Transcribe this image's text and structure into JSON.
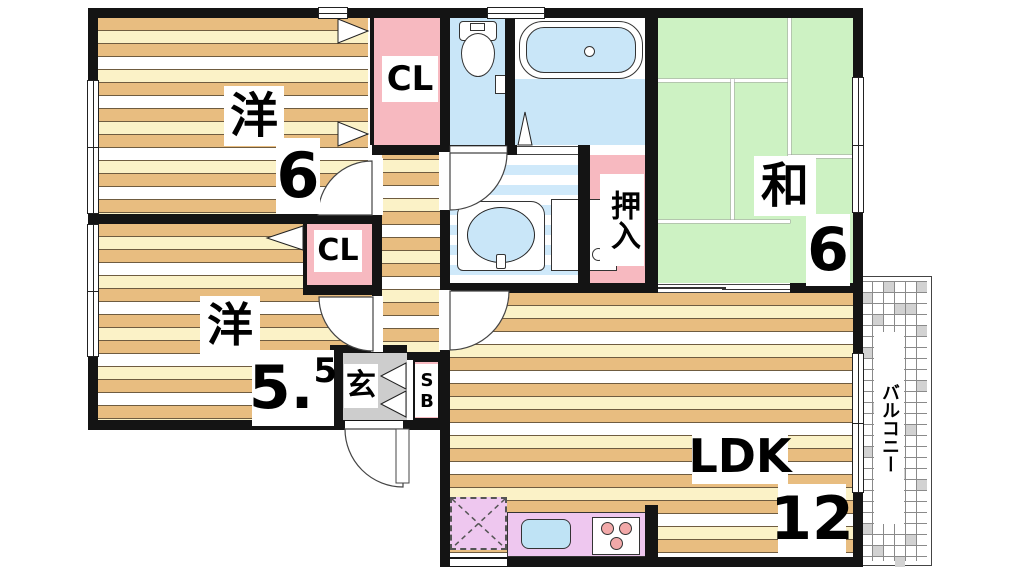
{
  "plan": {
    "rooms": {
      "western_6": {
        "name": "洋",
        "size": "6"
      },
      "western_5_5": {
        "name": "洋",
        "size_int": "5.",
        "size_dec": "5"
      },
      "japanese_6": {
        "name": "和",
        "size": "6"
      },
      "ldk": {
        "name": "LDK",
        "size": "12"
      },
      "closet_upper": {
        "name": "CL"
      },
      "closet_lower": {
        "name": "CL"
      },
      "oshiire": {
        "name": "押入"
      },
      "entrance": {
        "name": "玄"
      },
      "shoe_box": {
        "name": "SB"
      },
      "balcony": {
        "name": "バルコニー"
      }
    },
    "colors": {
      "wall": "#141414",
      "wood_tan": "#e8bd80",
      "wood_cream": "#fbf2c7",
      "wood_white": "#ffffff",
      "closet_pink": "#f7b9c0",
      "water_blue": "#c9e6f8",
      "washroom_stripe": "#cfe9fa",
      "tatami_green": "#cdf2c3",
      "entrance_gray": "#cdcdcd",
      "kitchen_purple": "#eec7ef",
      "sink_blue": "#bfe3f5",
      "burner_pink": "#f2a9a9",
      "balcony_gray": "#d2d2d2"
    }
  }
}
